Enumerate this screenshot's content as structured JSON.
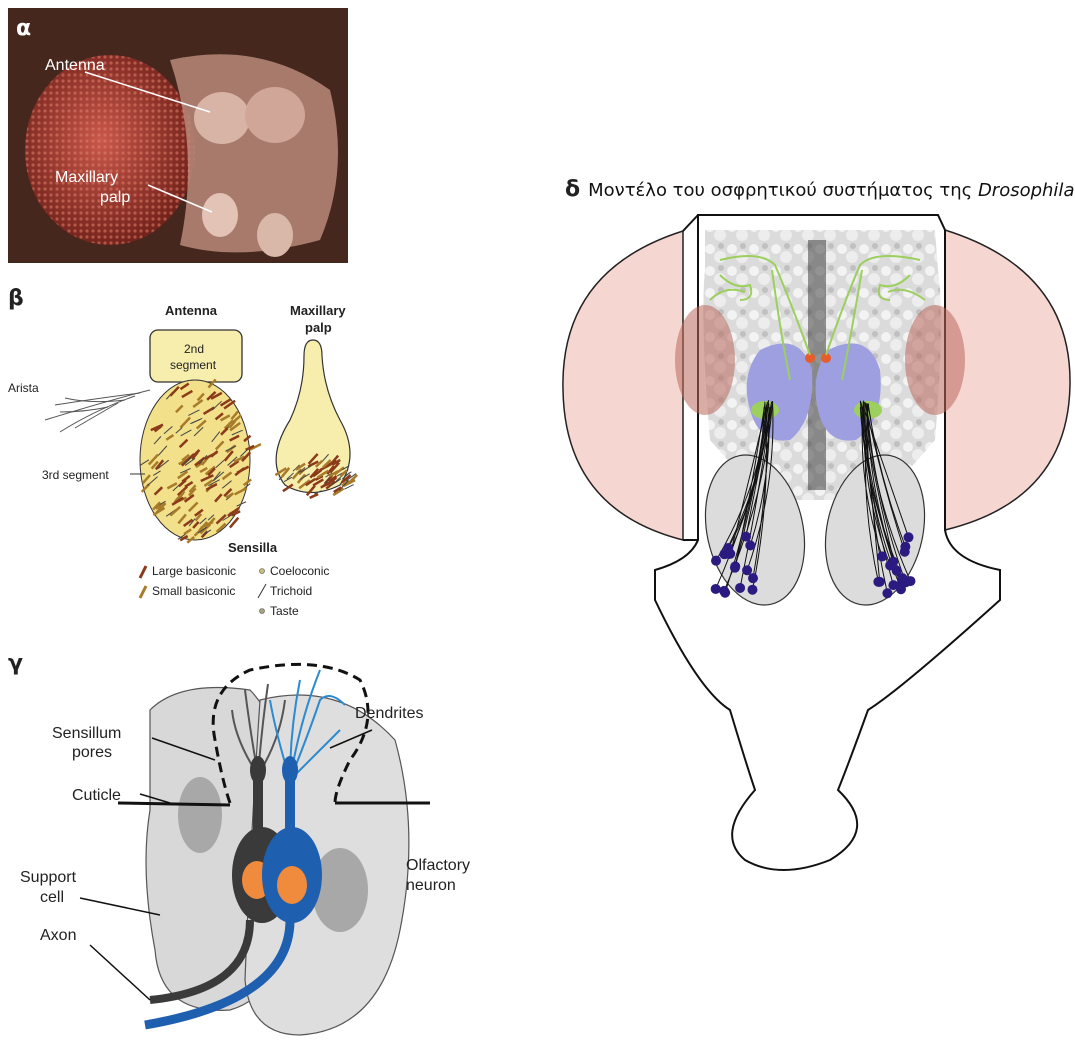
{
  "panel_a": {
    "letter": "α",
    "antenna_label": "Antenna",
    "maxillary_label_1": "Maxillary",
    "maxillary_label_2": "palp"
  },
  "panel_b": {
    "letter": "β",
    "antenna_title": "Antenna",
    "maxillary_title_1": "Maxillary",
    "maxillary_title_2": "palp",
    "segment2_1": "2nd",
    "segment2_2": "segment",
    "arista": "Arista",
    "segment3": "3rd segment",
    "sensilla_title": "Sensilla",
    "legend": {
      "large_basiconic": "Large basiconic",
      "small_basiconic": "Small basiconic",
      "coeloconic": "Coeloconic",
      "trichoid": "Trichoid",
      "taste": "Taste"
    }
  },
  "panel_c": {
    "letter": "γ",
    "sensillum_1": "Sensillum",
    "sensillum_2": "pores",
    "dendrites": "Dendrites",
    "cuticle": "Cuticle",
    "support_1": "Support",
    "support_2": "cell",
    "axon": "Axon",
    "olfactory_1": "Olfactory",
    "olfactory_2": "neuron"
  },
  "panel_d": {
    "letter": "δ",
    "title_prefix": "Μοντέλο του οσφρητικού συστήματος της ",
    "title_italic": "Drosophila"
  },
  "colors": {
    "eye_pink": "#f6d6d0",
    "lobe_blue": "#9e9fe0",
    "glomeruli_green": "#9ccf5e",
    "neuron_blue": "#1f5fb0",
    "neuron_gray": "#3a3a3a",
    "nucleus_orange": "#f08a3c",
    "segment_yellow": "#f7eead",
    "receptor_purple": "#2b1a80"
  }
}
